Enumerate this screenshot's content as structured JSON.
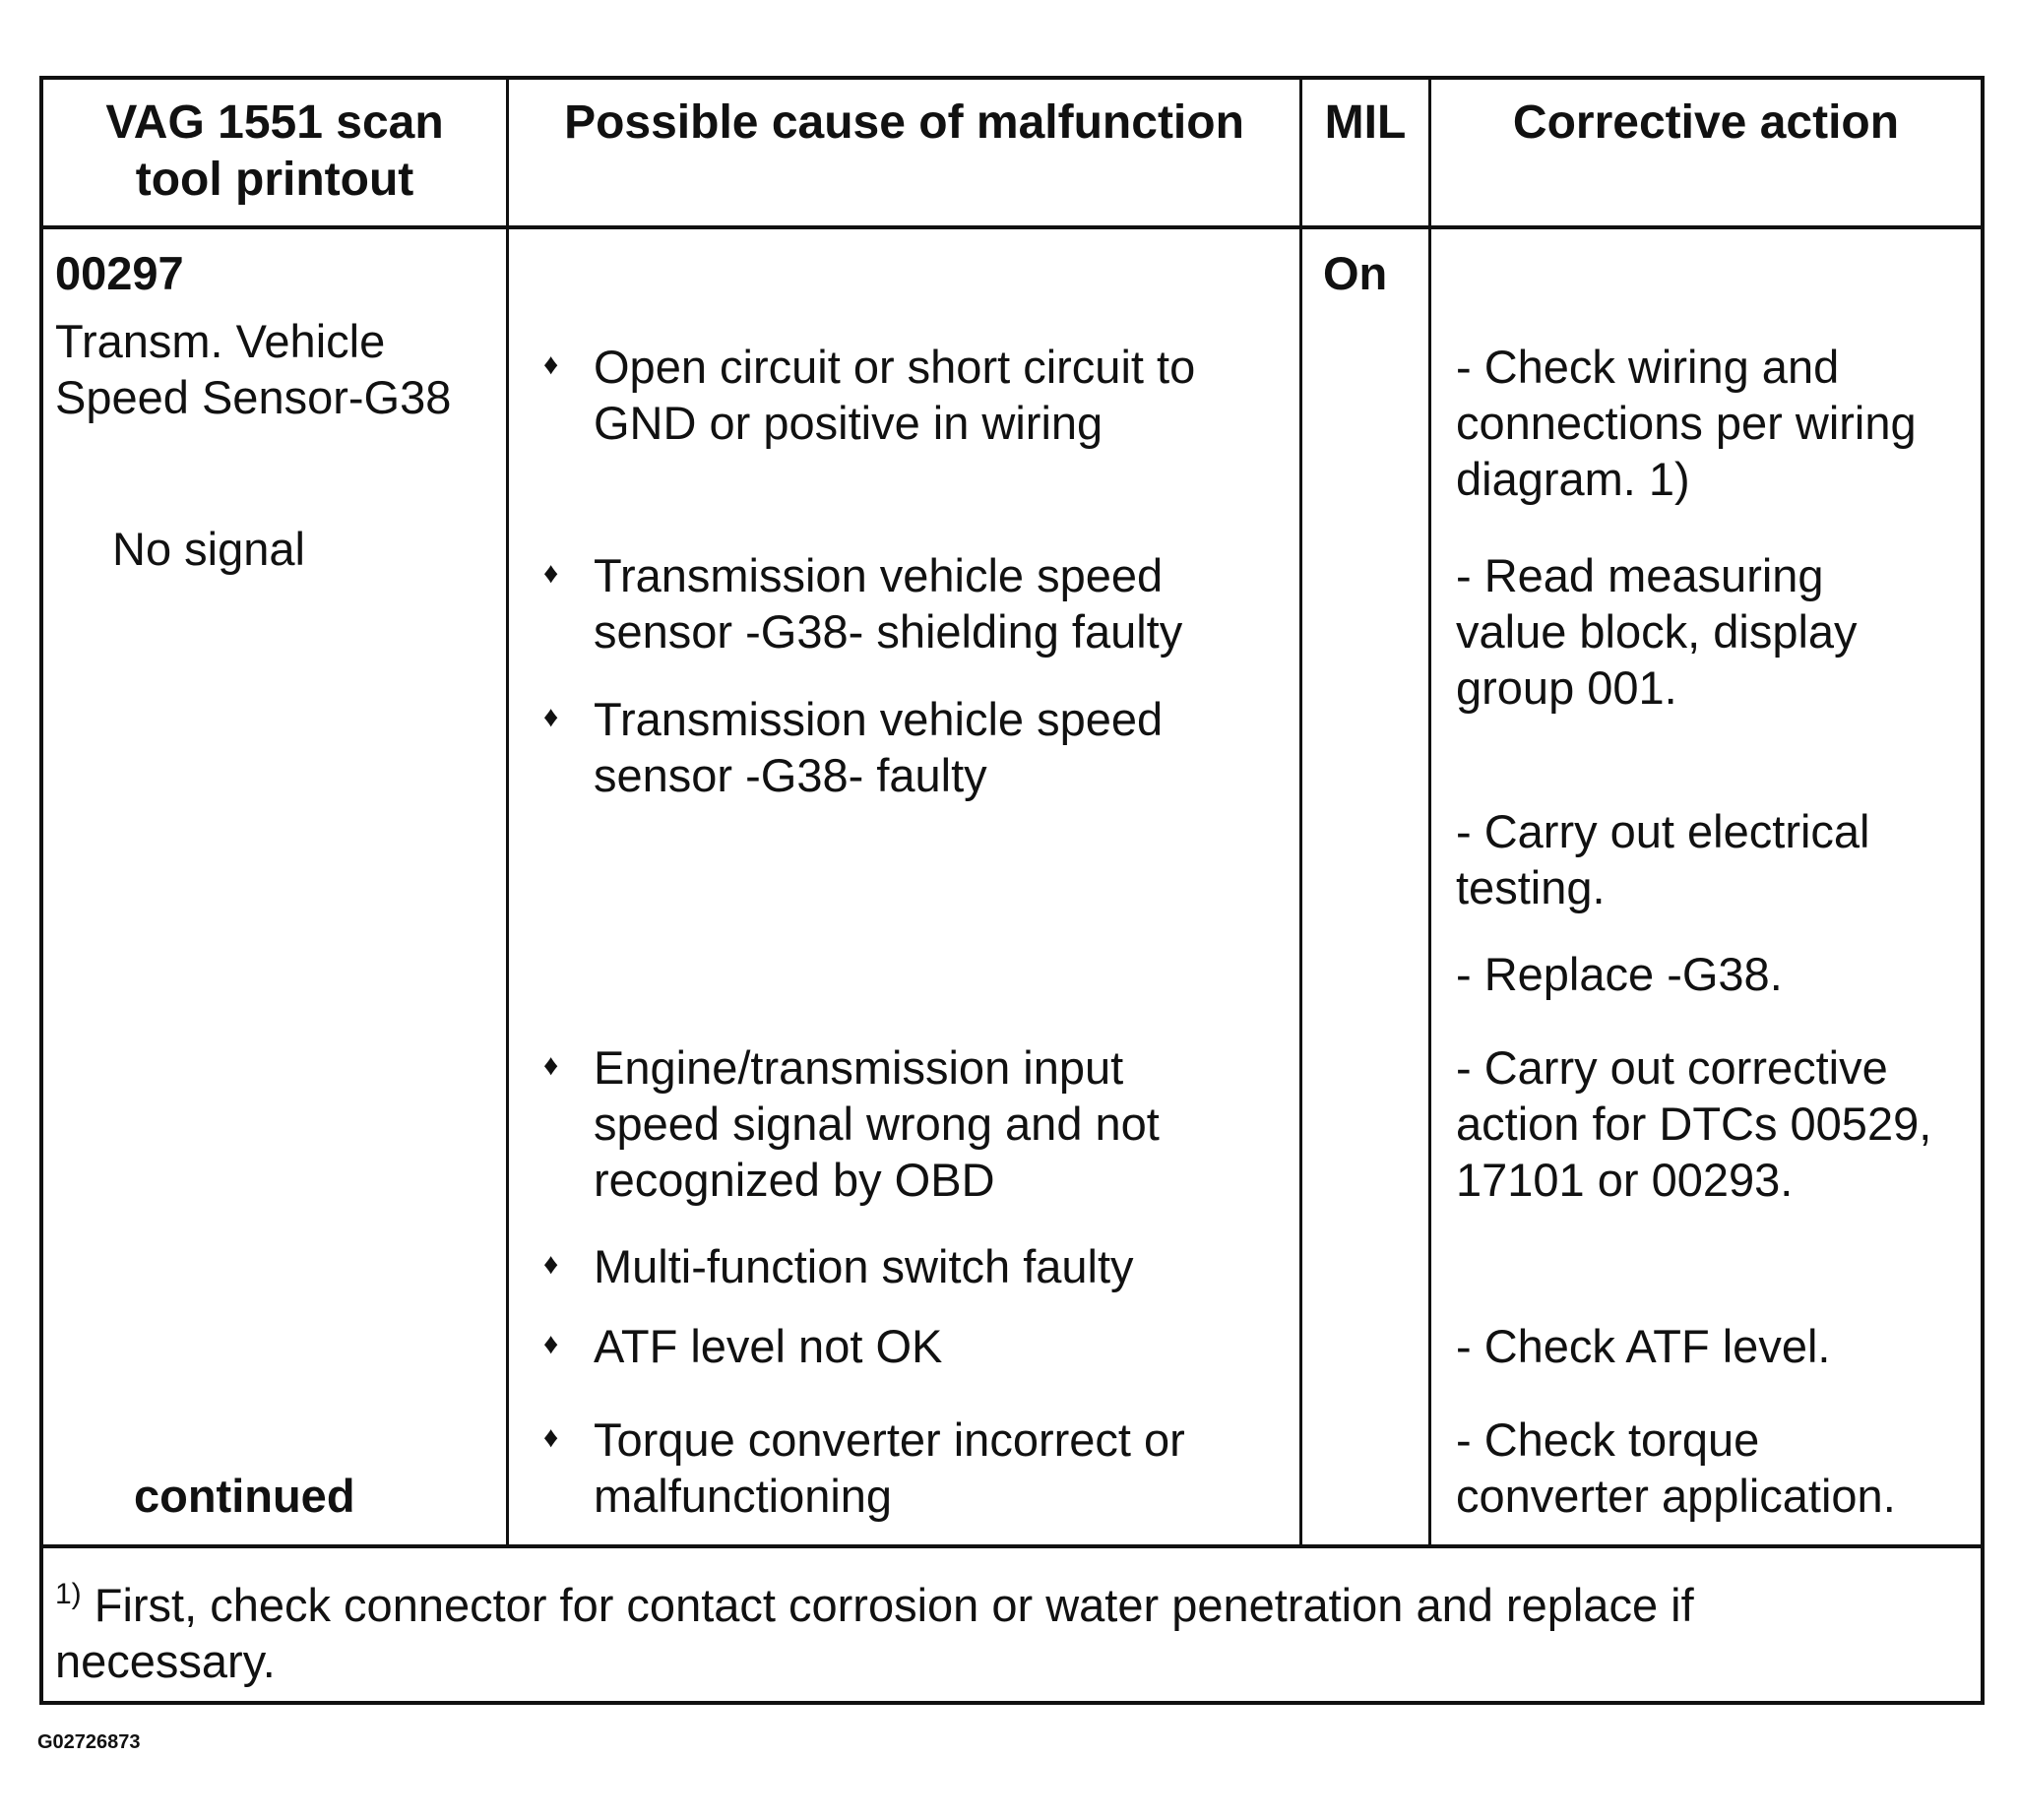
{
  "table": {
    "headers": {
      "printout": [
        "VAG 1551 scan",
        "tool printout"
      ],
      "cause": "Possible cause of malfunction",
      "mil": "MIL",
      "action": "Corrective action"
    },
    "dtc": {
      "code": "00297",
      "name": [
        "Transm. Vehicle",
        "Speed Sensor-G38"
      ],
      "fault": "No signal",
      "continued": "continued"
    },
    "mil_status": "On",
    "bullet_glyph": "♦",
    "causes": [
      [
        "Open circuit or short circuit to",
        "GND or positive in wiring"
      ],
      [
        "Transmission vehicle speed",
        "sensor -G38- shielding faulty"
      ],
      [
        "Transmission vehicle speed",
        "sensor -G38- faulty"
      ],
      [
        "Engine/transmission input",
        "speed signal wrong and not",
        "recognized by OBD"
      ],
      [
        "Multi-function switch faulty"
      ],
      [
        "ATF level not OK"
      ],
      [
        "Torque converter incorrect or",
        "malfunctioning"
      ]
    ],
    "actions": [
      [
        "- Check wiring and",
        "connections per wiring",
        "diagram. 1)"
      ],
      [
        "- Read measuring",
        "value block, display",
        "group 001."
      ],
      [
        "- Carry out electrical",
        "testing."
      ],
      [
        "- Replace -G38."
      ],
      [
        "- Carry out corrective",
        "action for DTCs 00529,",
        "17101 or 00293."
      ],
      [
        "- Check ATF level."
      ],
      [
        "- Check torque",
        "converter application."
      ]
    ],
    "footnote": {
      "marker": "1)",
      "lines": [
        " First, check connector for contact corrosion or water penetration and replace if",
        "necessary."
      ]
    }
  },
  "figure_code": "G02726873"
}
